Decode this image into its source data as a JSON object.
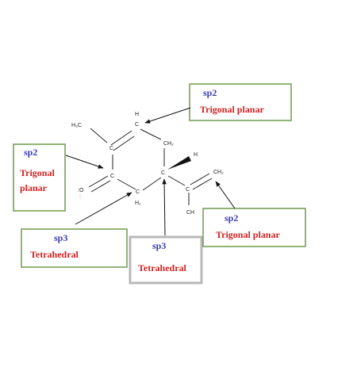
{
  "molecule": {
    "atoms": {
      "h3c": "H₃C",
      "h_top": "H",
      "c_top": "C",
      "c_left_up": "C",
      "ch2_right": "CH₂",
      "c_left_mid": "C",
      "c_chiral": "C",
      "h_wedge": "H",
      "c_bottom": "C",
      "h2_bottom": "H₂",
      "c_vinyl": "C",
      "ch2_vinyl": "CH₂",
      "ch_partial": "CH",
      "o_partial": ":O",
      "lone_pair": ":"
    }
  },
  "labels": {
    "top_right": {
      "hybridization": "sp2",
      "geometry": "Trigonal planar"
    },
    "left": {
      "hybridization": "sp2",
      "geometry_line1": "Trigonal",
      "geometry_line2": "planar"
    },
    "bottom_left": {
      "hybridization": "sp3",
      "geometry": "Tetrahedral"
    },
    "bottom_center": {
      "hybridization": "sp3",
      "geometry": "Tetrahedral"
    },
    "bottom_right": {
      "hybridization": "sp2",
      "geometry": "Trigonal planar"
    }
  },
  "colors": {
    "hybridization": "#3a3ab8",
    "geometry": "#d42020",
    "box_border_green": "#6f9a4a",
    "box_border_gray": "#b8b8b8"
  }
}
